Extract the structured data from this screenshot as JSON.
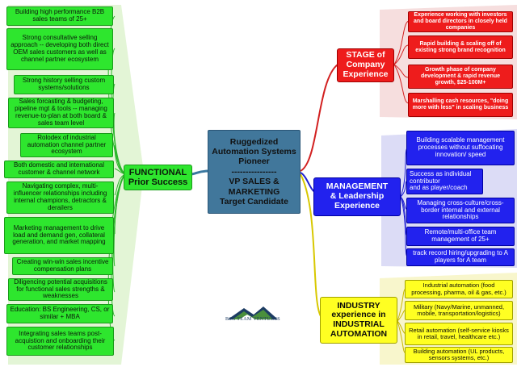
{
  "center": {
    "lines": [
      "Ruggedized",
      "Automation Systems",
      "Pioneer",
      "----------------",
      "VP SALES &",
      "MARKETING",
      "Target Candidate"
    ]
  },
  "functional": {
    "hub": "FUNCTIONAL\nPrior Success",
    "color": "#2ee62e",
    "items": [
      "Building high performance B2B sales teams of 25+",
      "Strong consultative selling approach -- developing both direct OEM sales customers as well as channel partner ecosystem",
      "Strong history selling custom systems/solutions",
      "Sales forcasting & budgeting, pipeline mgt & tools -- managing revenue-to-plan at both board & sales team level",
      "Rolodex of industrial automation channel partner ecosystem",
      "Both domestic and international customer & channel network",
      "Navigating complex, multi-influencer relationships including internal champions, detractors & derailers",
      "Marketing management to drive load and demand gen, collateral generation, and market mapping",
      "Creating win-win sales incentive compensation plans",
      "Diligencing potential acquisitions for functional sales strengths & weaknesses",
      "Education: BS Engineering, CS, or similar + MBA",
      "Integrating sales teams post-acquistion and onboarding their customer relationships"
    ]
  },
  "stage": {
    "hub": "STAGE of\nCompany\nExperience",
    "color": "#ee1c1c",
    "items": [
      "Experience working with investors and board directors  in closely held companies",
      "Rapid building & scaling off of existing strong brand recognition",
      "Growth phase of company development & rapid revenue growth, $25-100M+",
      "Marshalling cash resources, \"doing more with less\" in scaling business"
    ]
  },
  "management": {
    "hub": "MANAGEMENT\n& Leadership\nExperience",
    "color": "#2222ee",
    "items": [
      "Building scalable management processes without suffocating innovation/ speed",
      "Success as individual contributor\nand as player/coach",
      "Managing cross-culture/cross-border internal and external relationships",
      "Remote/multi-office team management of 25+",
      "track record hiring/upgrading to A players for A team"
    ]
  },
  "industry": {
    "hub": "INDUSTRY\nexperience in\nINDUSTRIAL\nAUTOMATION",
    "color": "#ffff22",
    "items": [
      "Industrial automation (food processing, pharma, oil & gas, etc.)",
      "Military (Navy/Marine, unmanned, mobile, transportation/logistics)",
      "Retail automation (self-service kiosks in retail, travel, healthcare etc.)",
      "Building automation (UL products, sensors systems, etc.)"
    ]
  },
  "logo": {
    "text": "BSG TEAM VENTURES"
  }
}
